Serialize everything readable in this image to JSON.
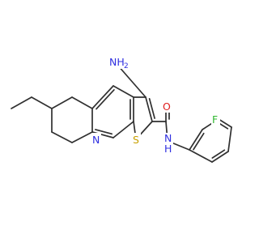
{
  "molecule": {
    "atoms": {
      "nh2": {
        "text": "NH2",
        "main": "NH",
        "sub": "2",
        "color": "#3030e0"
      },
      "carbonyl_o": {
        "text": "O",
        "color": "#e02020"
      },
      "amide_nh": {
        "text": "NH",
        "main": "N",
        "second_line": "H",
        "color": "#3030e0"
      },
      "ring_n": {
        "text": "N",
        "color": "#3030e0"
      },
      "sulfur": {
        "text": "S",
        "color": "#c8a000"
      },
      "fluorine": {
        "text": "F",
        "color": "#30b830"
      }
    },
    "bond_color": "#303030"
  }
}
